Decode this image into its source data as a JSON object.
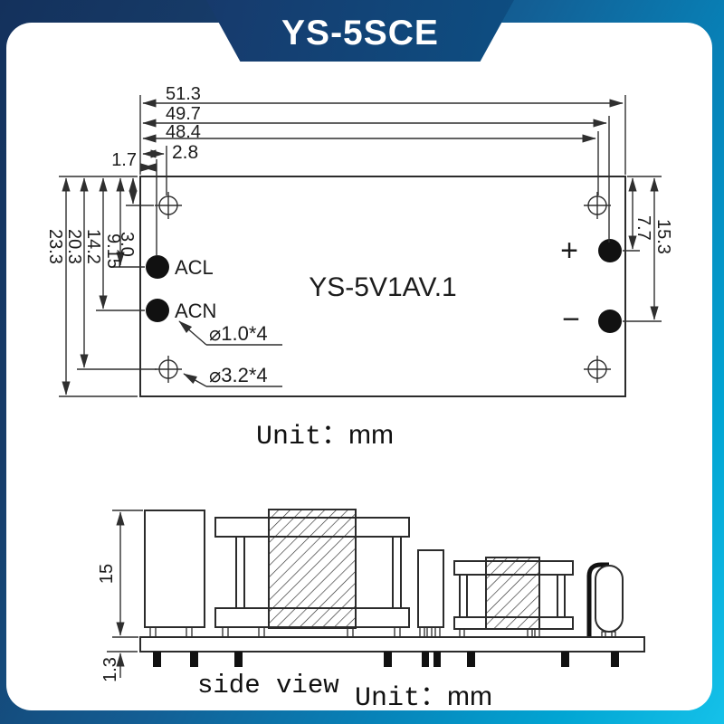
{
  "header": {
    "title": "YS-5SCE"
  },
  "top_view": {
    "board_label": "YS-5V1AV.1",
    "pin_labels": {
      "acl": "ACL",
      "acn": "ACN",
      "plus": "+",
      "minus": "−"
    },
    "dimensions": {
      "overall_width": "51.3",
      "pin_col_width": "49.7",
      "hole_col_width": "48.4",
      "hole_offset_x": "2.8",
      "pin_offset_x": "1.7",
      "overall_height": "23.3",
      "hole_bottom_y": "20.3",
      "acn_y": "14.2",
      "acl_y": "9.15",
      "hole_top_y": "3.0",
      "plus_y": "7.7",
      "minus_y": "15.3"
    },
    "annotations": {
      "pin_hole_dia": "⌀1.0*4",
      "mount_hole_dia": "⌀3.2*4"
    },
    "unit": {
      "prefix": "Unit：",
      "value": "mm"
    }
  },
  "side_view": {
    "dimensions": {
      "component_height": "15",
      "pcb_thickness": "1.3"
    },
    "caption": "side view",
    "unit": {
      "prefix": "Unit：",
      "value": "mm"
    }
  }
}
